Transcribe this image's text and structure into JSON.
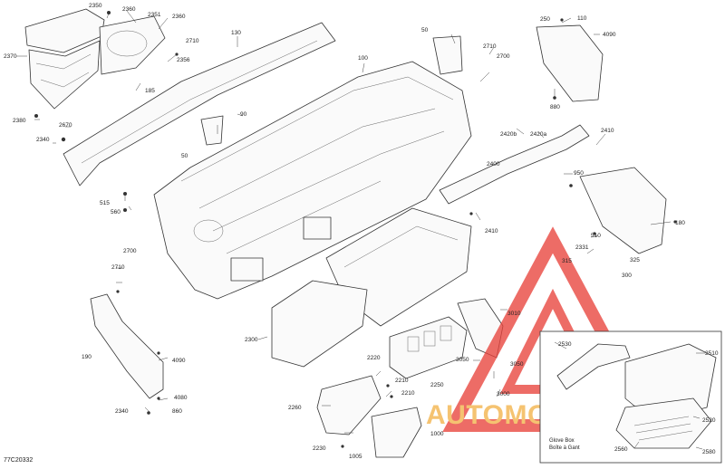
{
  "diagram": {
    "reference_code": "77C20332",
    "inset_caption_line1": "Glove Box",
    "inset_caption_line2": "Boîte à Gant",
    "watermark": {
      "text": "AUTOMOTOHUB",
      "primary_color": "#e8433c",
      "accent_color": "#f3b34a"
    },
    "callouts": [
      "2350",
      "2360",
      "2351",
      "2360",
      "2370",
      "2710",
      "2356",
      "185",
      "2380",
      "2670",
      "2340",
      "130",
      "100",
      "90",
      "50",
      "50",
      "2710",
      "2700",
      "250",
      "110",
      "4090",
      "880",
      "2420b",
      "2420a",
      "2410",
      "2400",
      "950",
      "180",
      "2410",
      "510",
      "2331",
      "315",
      "325",
      "300",
      "515",
      "560",
      "2700",
      "2710",
      "190",
      "4090",
      "4080",
      "2340",
      "860",
      "2300",
      "2220",
      "2210",
      "2210",
      "2260",
      "2230",
      "1005",
      "1000",
      "2250",
      "3050",
      "3050",
      "3000",
      "3010",
      "2530",
      "2510",
      "2520",
      "2560",
      "2580"
    ]
  }
}
